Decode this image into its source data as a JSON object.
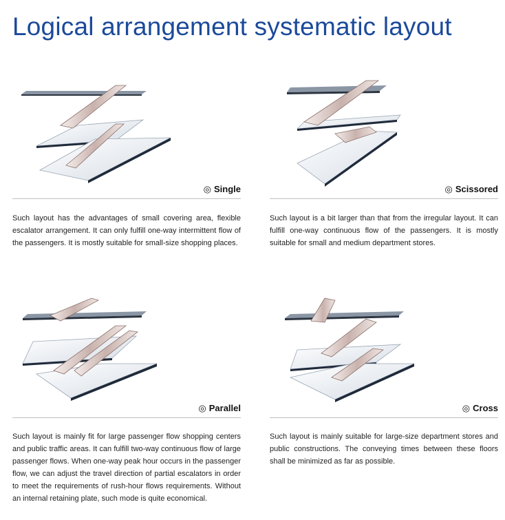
{
  "title": "Logical arrangement systematic layout",
  "caption_mark": "◎",
  "layouts": [
    {
      "name": "Single",
      "description": "Such layout has the advantages of small covering area, flexible escalator arrangement. It can only fulfill one-way intermittent flow of the passengers. It is mostly suitable for small-size shopping places."
    },
    {
      "name": "Scissored",
      "description": "Such layout is a bit larger than that from the irregular layout. It can fulfill one-way continuous flow of the passengers.  It is mostly suitable for small and medium department stores."
    },
    {
      "name": "Parallel",
      "description": "Such layout is mainly fit for large passenger flow shopping centers and public traffic areas.  It can fulfill two-way continuous flow of large passenger flows.  When one-way peak hour occurs in the passenger flow, we can adjust the travel direction of partial escalators in order to meet the requirements of rush-hour flows requirements.  Without an internal retaining plate, such mode is quite economical."
    },
    {
      "name": "Cross",
      "description": "Such layout is mainly suitable for large-size department stores and public constructions. The conveying times between these floors shall be minimized as far as possible."
    }
  ]
}
